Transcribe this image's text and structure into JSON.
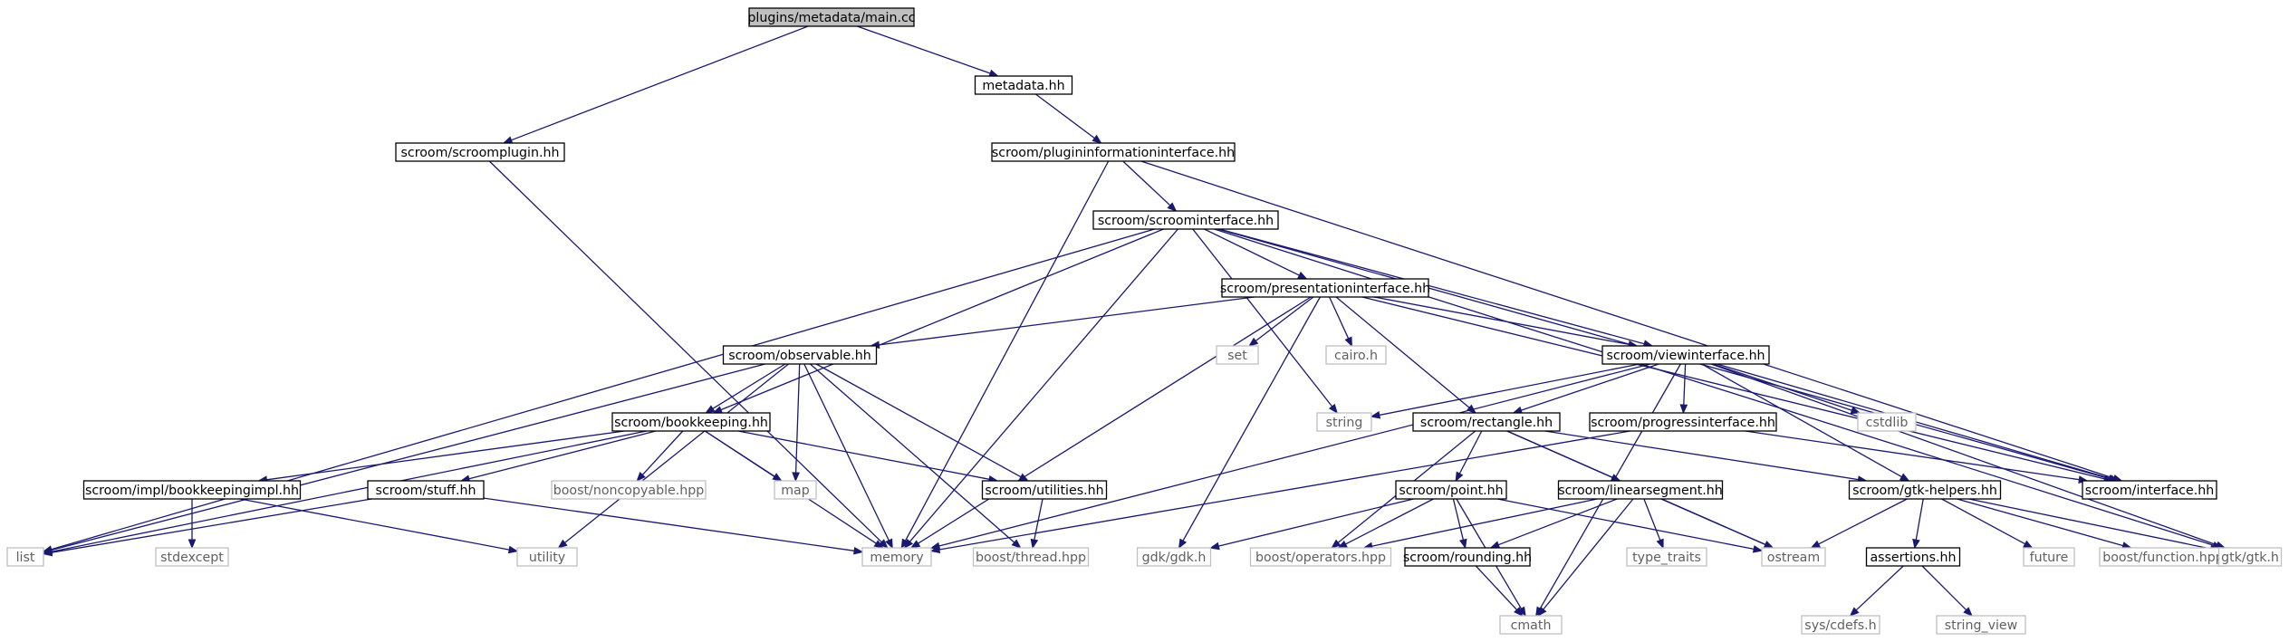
{
  "diagram": {
    "type": "include-dependency-graph",
    "colors": {
      "edge": "#191970",
      "root_fill": "#bfbfbf",
      "ext_border": "#bfbfbf",
      "ext_text": "#606060"
    },
    "nodes": [
      {
        "id": "main",
        "label": "plugins/metadata/main.cc",
        "kind": "root"
      },
      {
        "id": "metadata",
        "label": "metadata.hh",
        "kind": "hdr"
      },
      {
        "id": "scroomplugin",
        "label": "scroom/scroomplugin.hh",
        "kind": "hdr"
      },
      {
        "id": "plugininfo",
        "label": "scroom/plugininformationinterface.hh",
        "kind": "hdr"
      },
      {
        "id": "scroomif",
        "label": "scroom/scroominterface.hh",
        "kind": "hdr"
      },
      {
        "id": "presentation",
        "label": "scroom/presentationinterface.hh",
        "kind": "hdr"
      },
      {
        "id": "observable",
        "label": "scroom/observable.hh",
        "kind": "hdr"
      },
      {
        "id": "set",
        "label": "set",
        "kind": "ext"
      },
      {
        "id": "cairo",
        "label": "cairo.h",
        "kind": "ext"
      },
      {
        "id": "viewif",
        "label": "scroom/viewinterface.hh",
        "kind": "hdr"
      },
      {
        "id": "bookkeeping",
        "label": "scroom/bookkeeping.hh",
        "kind": "hdr"
      },
      {
        "id": "string",
        "label": "string",
        "kind": "ext"
      },
      {
        "id": "rectangle",
        "label": "scroom/rectangle.hh",
        "kind": "hdr"
      },
      {
        "id": "progress",
        "label": "scroom/progressinterface.hh",
        "kind": "hdr"
      },
      {
        "id": "cstdlib",
        "label": "cstdlib",
        "kind": "ext"
      },
      {
        "id": "interface",
        "label": "scroom/interface.hh",
        "kind": "hdr"
      },
      {
        "id": "bkimpl",
        "label": "scroom/impl/bookkeepingimpl.hh",
        "kind": "hdr"
      },
      {
        "id": "stuff",
        "label": "scroom/stuff.hh",
        "kind": "hdr"
      },
      {
        "id": "noncopyable",
        "label": "boost/noncopyable.hpp",
        "kind": "ext"
      },
      {
        "id": "map",
        "label": "map",
        "kind": "ext"
      },
      {
        "id": "utilities",
        "label": "scroom/utilities.hh",
        "kind": "hdr"
      },
      {
        "id": "point",
        "label": "scroom/point.hh",
        "kind": "hdr"
      },
      {
        "id": "linearseg",
        "label": "scroom/linearsegment.hh",
        "kind": "hdr"
      },
      {
        "id": "gtkhelpers",
        "label": "scroom/gtk-helpers.hh",
        "kind": "hdr"
      },
      {
        "id": "list",
        "label": "list",
        "kind": "ext"
      },
      {
        "id": "stdexcept",
        "label": "stdexcept",
        "kind": "ext"
      },
      {
        "id": "utility",
        "label": "utility",
        "kind": "ext"
      },
      {
        "id": "memory",
        "label": "memory",
        "kind": "ext"
      },
      {
        "id": "boostthread",
        "label": "boost/thread.hpp",
        "kind": "ext"
      },
      {
        "id": "gdk",
        "label": "gdk/gdk.h",
        "kind": "ext"
      },
      {
        "id": "boostops",
        "label": "boost/operators.hpp",
        "kind": "ext"
      },
      {
        "id": "rounding",
        "label": "scroom/rounding.hh",
        "kind": "hdr"
      },
      {
        "id": "typetraits",
        "label": "type_traits",
        "kind": "ext"
      },
      {
        "id": "ostream",
        "label": "ostream",
        "kind": "ext"
      },
      {
        "id": "assertions",
        "label": "assertions.hh",
        "kind": "hdr"
      },
      {
        "id": "future",
        "label": "future",
        "kind": "ext"
      },
      {
        "id": "boostfunc",
        "label": "boost/function.hpp",
        "kind": "ext"
      },
      {
        "id": "gtk",
        "label": "gtk/gtk.h",
        "kind": "ext"
      },
      {
        "id": "cmath",
        "label": "cmath",
        "kind": "ext"
      },
      {
        "id": "syscdefs",
        "label": "sys/cdefs.h",
        "kind": "ext"
      },
      {
        "id": "stringview",
        "label": "string_view",
        "kind": "ext"
      }
    ],
    "edges": [
      [
        "main",
        "metadata"
      ],
      [
        "main",
        "scroomplugin"
      ],
      [
        "metadata",
        "plugininfo"
      ],
      [
        "scroomplugin",
        "memory"
      ],
      [
        "plugininfo",
        "scroomif"
      ],
      [
        "plugininfo",
        "memory"
      ],
      [
        "plugininfo",
        "interface"
      ],
      [
        "scroomif",
        "presentation"
      ],
      [
        "scroomif",
        "viewif"
      ],
      [
        "scroomif",
        "bookkeeping"
      ],
      [
        "scroomif",
        "list"
      ],
      [
        "scroomif",
        "memory"
      ],
      [
        "scroomif",
        "string"
      ],
      [
        "scroomif",
        "interface"
      ],
      [
        "scroomif",
        "gtk"
      ],
      [
        "presentation",
        "observable"
      ],
      [
        "presentation",
        "set"
      ],
      [
        "presentation",
        "cairo"
      ],
      [
        "presentation",
        "viewif"
      ],
      [
        "presentation",
        "rectangle"
      ],
      [
        "presentation",
        "memory"
      ],
      [
        "presentation",
        "gdk"
      ],
      [
        "presentation",
        "interface"
      ],
      [
        "observable",
        "bookkeeping"
      ],
      [
        "observable",
        "list"
      ],
      [
        "observable",
        "map"
      ],
      [
        "observable",
        "memory"
      ],
      [
        "observable",
        "utility"
      ],
      [
        "observable",
        "utilities"
      ],
      [
        "observable",
        "boostthread"
      ],
      [
        "viewif",
        "string"
      ],
      [
        "viewif",
        "rectangle"
      ],
      [
        "viewif",
        "progress"
      ],
      [
        "viewif",
        "cstdlib"
      ],
      [
        "viewif",
        "interface"
      ],
      [
        "viewif",
        "gtkhelpers"
      ],
      [
        "viewif",
        "memory"
      ],
      [
        "viewif",
        "gtk"
      ],
      [
        "viewif",
        "cmath"
      ],
      [
        "bookkeeping",
        "bkimpl"
      ],
      [
        "bookkeeping",
        "stuff"
      ],
      [
        "bookkeeping",
        "noncopyable"
      ],
      [
        "bookkeeping",
        "map"
      ],
      [
        "bookkeeping",
        "utilities"
      ],
      [
        "bookkeeping",
        "list"
      ],
      [
        "bookkeeping",
        "memory"
      ],
      [
        "rectangle",
        "point"
      ],
      [
        "rectangle",
        "linearseg"
      ],
      [
        "rectangle",
        "gtkhelpers"
      ],
      [
        "rectangle",
        "boostops"
      ],
      [
        "rectangle",
        "ostream"
      ],
      [
        "progress",
        "interface"
      ],
      [
        "progress",
        "memory"
      ],
      [
        "bkimpl",
        "stdexcept"
      ],
      [
        "bkimpl",
        "utility"
      ],
      [
        "stuff",
        "list"
      ],
      [
        "stuff",
        "memory"
      ],
      [
        "utilities",
        "boostthread"
      ],
      [
        "point",
        "gdk"
      ],
      [
        "point",
        "boostops"
      ],
      [
        "point",
        "rounding"
      ],
      [
        "point",
        "ostream"
      ],
      [
        "point",
        "cmath"
      ],
      [
        "linearseg",
        "rounding"
      ],
      [
        "linearseg",
        "typetraits"
      ],
      [
        "linearseg",
        "ostream"
      ],
      [
        "linearseg",
        "boostops"
      ],
      [
        "linearseg",
        "cmath"
      ],
      [
        "gtkhelpers",
        "assertions"
      ],
      [
        "gtkhelpers",
        "future"
      ],
      [
        "gtkhelpers",
        "boostfunc"
      ],
      [
        "gtkhelpers",
        "gtk"
      ],
      [
        "gtkhelpers",
        "ostream"
      ],
      [
        "rounding",
        "cmath"
      ],
      [
        "assertions",
        "syscdefs"
      ],
      [
        "assertions",
        "stringview"
      ]
    ]
  }
}
